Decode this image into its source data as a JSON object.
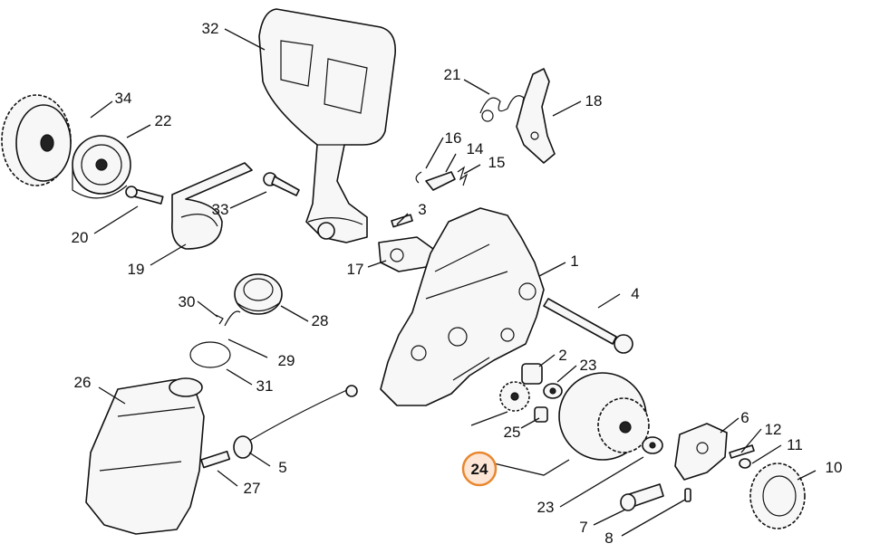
{
  "diagram": {
    "highlight_color": "#e8872e",
    "highlighted_label": "24",
    "labels": [
      "1",
      "2",
      "3",
      "4",
      "5",
      "6",
      "7",
      "8",
      "10",
      "11",
      "12",
      "14",
      "15",
      "16",
      "17",
      "18",
      "19",
      "20",
      "21",
      "22",
      "23",
      "23",
      "24",
      "25",
      "26",
      "27",
      "28",
      "29",
      "30",
      "31",
      "32",
      "33",
      "34"
    ]
  }
}
